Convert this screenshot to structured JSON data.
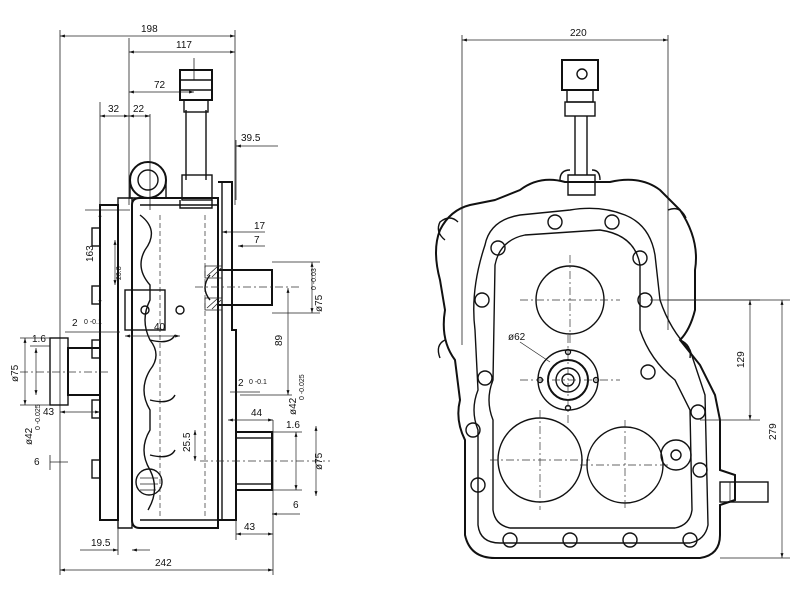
{
  "side_view": {
    "dims": {
      "overall_top": "198",
      "top_117": "117",
      "top_72": "72",
      "top_32": "32",
      "top_22": "22",
      "right_39_5": "39.5",
      "right_17": "17",
      "right_7": "7",
      "left_163": "163",
      "inner_20_8": "20.8",
      "inner_40": "40",
      "shaft_dia_75": "ø75",
      "shaft_tol_75": "0 -0.03",
      "right_89": "89",
      "tol_2_upper": "2",
      "tol_2_upper_dev": "0 -0.1",
      "tol_2_lower": "2",
      "tol_2_lower_dev": "0 -0.1",
      "left_1_6": "1.6",
      "left_dia_75": "ø75",
      "left_43": "43",
      "left_dia_42": "ø42",
      "left_dia_42_tol": "0 -0.025",
      "left_6": "6",
      "right_44": "44",
      "right_dia_42": "ø42",
      "right_dia_42_tol": "0 -0.025",
      "right_1_6": "1.6",
      "right_dia_75": "ø75",
      "inner_25_5": "25.5",
      "bottom_6": "6",
      "bottom_43": "43",
      "bottom_19_5": "19.5",
      "overall_bottom": "242"
    }
  },
  "front_view": {
    "dims": {
      "overall_width": "220",
      "bore_dia": "ø62",
      "height_129": "129",
      "height_279": "279"
    }
  }
}
